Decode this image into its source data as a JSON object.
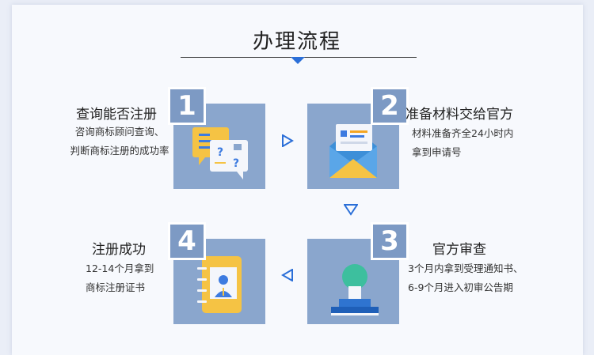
{
  "title": "办理流程",
  "colors": {
    "accent": "#2b6fd8",
    "tile": "#8aa6cd",
    "badge": "#7d9ac4"
  },
  "steps": [
    {
      "number": "1",
      "title": "查询能否注册",
      "lines": [
        "咨询商标顾问查询、",
        "判断商标注册的成功率"
      ],
      "icon": "chat-bubbles-icon"
    },
    {
      "number": "2",
      "title": "准备材料交给官方",
      "lines": [
        "材料准备齐全24小时内",
        "拿到申请号"
      ],
      "icon": "envelope-icon"
    },
    {
      "number": "3",
      "title": "官方审查",
      "lines": [
        "3个月内拿到受理通知书、",
        "6-9个月进入初审公告期"
      ],
      "icon": "stamp-icon"
    },
    {
      "number": "4",
      "title": "注册成功",
      "lines": [
        "12-14个月拿到",
        "商标注册证书"
      ],
      "icon": "certificate-book-icon"
    }
  ]
}
